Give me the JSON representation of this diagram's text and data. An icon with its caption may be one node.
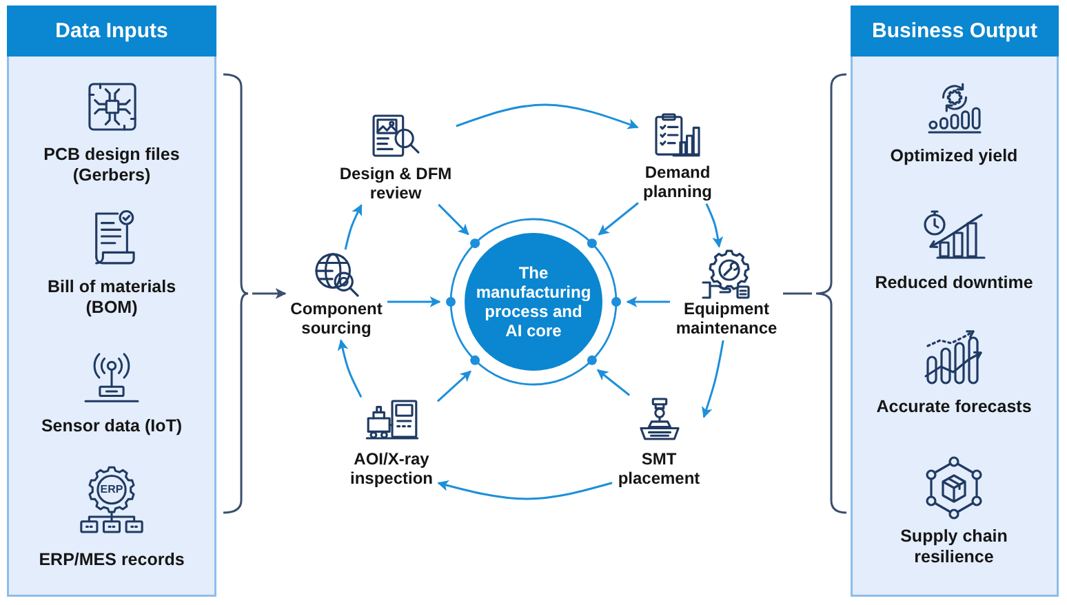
{
  "diagram": {
    "nodes": [
      {
        "text": [
          "Data Inputs"
        ]
      },
      {
        "text": [
          "PCB design files (Gerbers)"
        ],
        "in": 0
      },
      {
        "text": [
          "Bill of materials (BOM)"
        ],
        "in": 0
      },
      {
        "text": [
          "Sensor data (IoT)"
        ],
        "in": 0
      },
      {
        "text": [
          "ERP/MES records"
        ],
        "in": 0
      },
      {
        "text": [],
        "shape": "brace"
      },
      {
        "text": [
          "Design & DFM review"
        ]
      },
      {
        "text": [
          "Demand planning"
        ]
      },
      {
        "text": [
          "Component sourcing"
        ]
      },
      {
        "text": [
          "The manufacturing process and AI core"
        ]
      },
      {
        "text": [
          "Equipment maintenance"
        ]
      },
      {
        "text": [
          "AOI/X-ray inspection"
        ]
      },
      {
        "text": [
          "SMT placement"
        ]
      },
      {
        "text": [],
        "shape": "brace"
      },
      {
        "text": [
          "Business Output"
        ]
      },
      {
        "text": [
          "Optimized yield"
        ],
        "in": 14
      },
      {
        "text": [
          "Reduced downtime"
        ],
        "in": 14
      },
      {
        "text": [
          "Accurate forecasts"
        ],
        "in": 14
      },
      {
        "text": [
          "Supply chain resilience"
        ],
        "in": 14
      }
    ],
    "edges": [
      {
        "from": 5,
        "to": 8,
        "arrow": "to",
        "color": "#3b4f6e"
      },
      {
        "from": 8,
        "to": 6,
        "arrow": "to"
      },
      {
        "from": 6,
        "to": 7,
        "arrow": "to"
      },
      {
        "from": 7,
        "to": 10,
        "arrow": "to"
      },
      {
        "from": 10,
        "to": 12,
        "arrow": "to"
      },
      {
        "from": 12,
        "to": 11,
        "arrow": "to"
      },
      {
        "from": 11,
        "to": 8,
        "arrow": "to"
      },
      {
        "from": 6,
        "to": 9,
        "arrow": "to"
      },
      {
        "from": 7,
        "to": 9,
        "arrow": "to"
      },
      {
        "from": 8,
        "to": 9,
        "arrow": "to"
      },
      {
        "from": 10,
        "to": 9,
        "arrow": "to"
      },
      {
        "from": 11,
        "to": 9,
        "arrow": "to"
      },
      {
        "from": 12,
        "to": 9,
        "arrow": "to"
      },
      {
        "from": 10,
        "to": 13,
        "arrow": "none",
        "color": "#3b4f6e"
      }
    ],
    "labels": [
      "ERP"
    ]
  }
}
